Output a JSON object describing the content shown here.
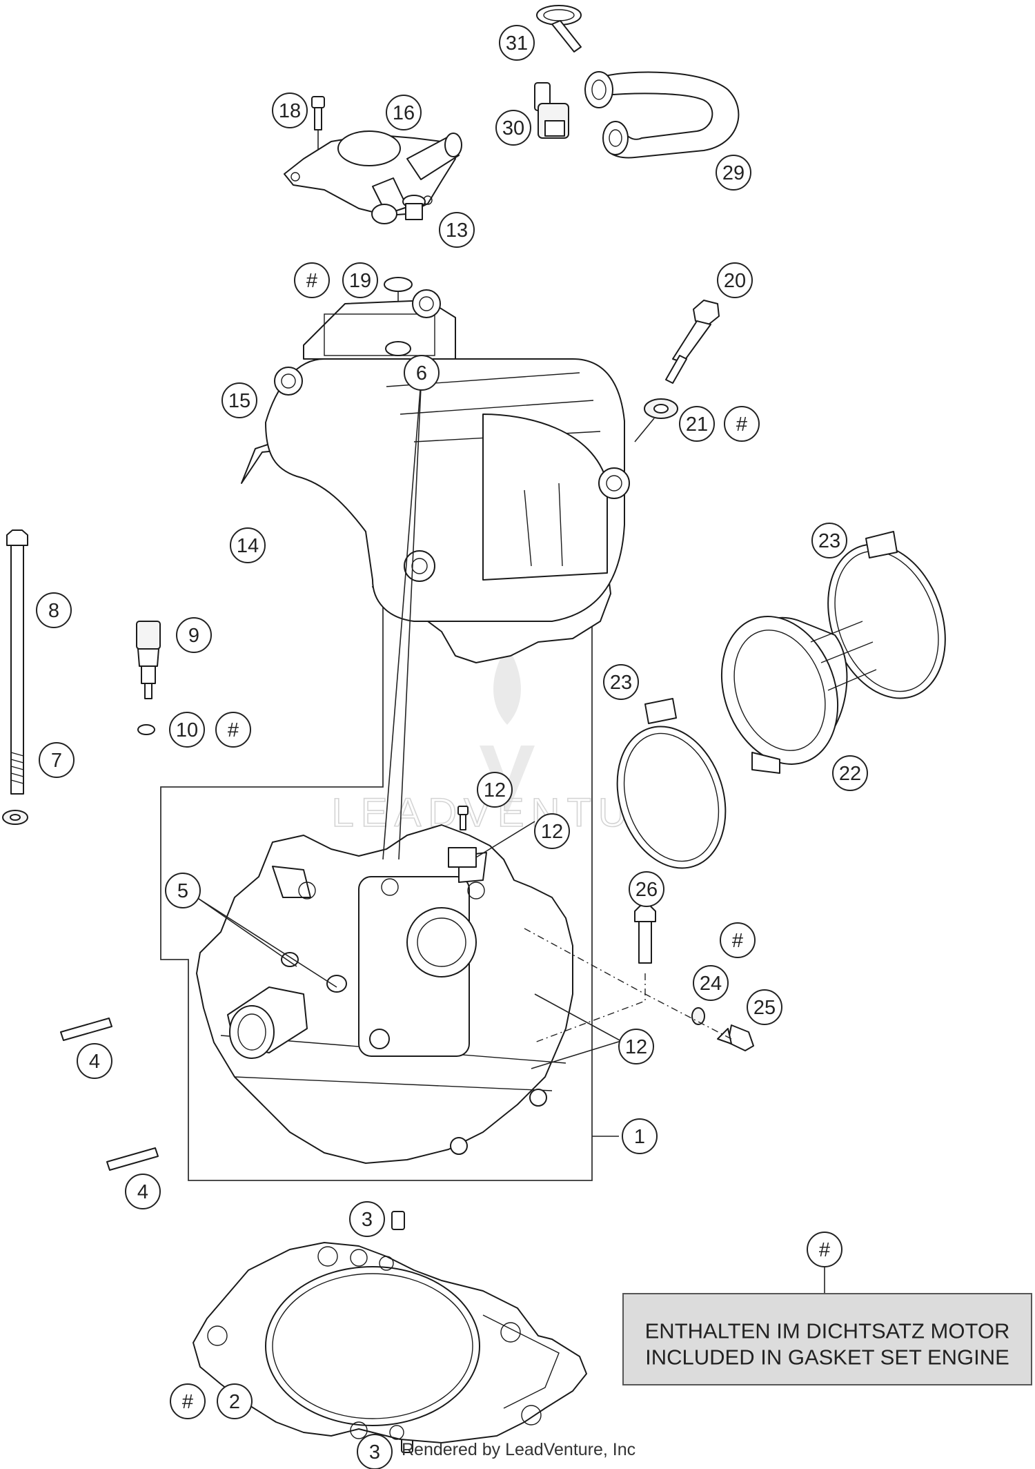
{
  "callouts": [
    {
      "label": "31"
    },
    {
      "label": "18"
    },
    {
      "label": "16"
    },
    {
      "label": "30"
    },
    {
      "label": "29"
    },
    {
      "label": "13"
    },
    {
      "label": "#"
    },
    {
      "label": "19"
    },
    {
      "label": "20"
    },
    {
      "label": "15"
    },
    {
      "label": "21"
    },
    {
      "label": "#"
    },
    {
      "label": "14"
    },
    {
      "label": "23"
    },
    {
      "label": "8"
    },
    {
      "label": "9"
    },
    {
      "label": "23"
    },
    {
      "label": "10"
    },
    {
      "label": "#"
    },
    {
      "label": "7"
    },
    {
      "label": "6"
    },
    {
      "label": "22"
    },
    {
      "label": "12"
    },
    {
      "label": "12"
    },
    {
      "label": "5"
    },
    {
      "label": "26"
    },
    {
      "label": "#"
    },
    {
      "label": "24"
    },
    {
      "label": "25"
    },
    {
      "label": "4"
    },
    {
      "label": "12"
    },
    {
      "label": "1"
    },
    {
      "label": "4"
    },
    {
      "label": "3"
    },
    {
      "label": "#"
    },
    {
      "label": "#"
    },
    {
      "label": "2"
    },
    {
      "label": "3"
    }
  ],
  "note": {
    "line1": "ENTHALTEN IM DICHTSATZ MOTOR",
    "line2": "INCLUDED IN GASKET SET ENGINE"
  },
  "watermark": {
    "text": "LEADVENTURE"
  },
  "credit": {
    "text": "Rendered by LeadVenture, Inc"
  }
}
